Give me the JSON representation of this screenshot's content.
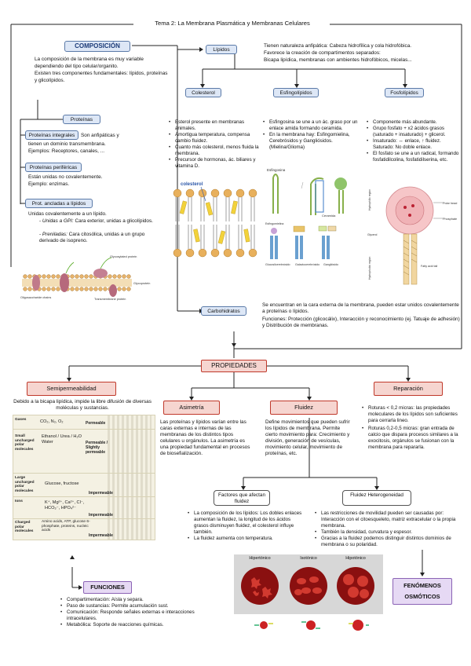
{
  "title": "Tema 2: La Membrana Plasmática y Membranas Celulares",
  "composicion": {
    "label": "COMPOSICIÓN",
    "text1": "La composición de la membrana es muy variable dependiendo del tipo celular/organito.",
    "text2": "Existen tres componentes fundamentales: lípidos, proteínas y glicolípidos."
  },
  "proteinas": {
    "label": "Proteínas",
    "integrales": {
      "label": "Proteínas integrales",
      "desc1": "Son anfipáticas y",
      "desc2": "tienen un dominio transmembrana.",
      "desc3": "Ejemplos: Receptores, canales, ..."
    },
    "perifericas": {
      "label": "Proteínas periféricas",
      "desc1": "Están unidas no covalentemente.",
      "desc2": "Ejemplo: enzimas."
    },
    "ancladas": {
      "label": "Prot. ancladas a lípidos",
      "desc": "Unidas covalentemente a un lípido.",
      "item1_title": "Unidas a GPI:",
      "item1_text": "Cara exterior, unidas a glicolípidos.",
      "item2_title": "Preniladas:",
      "item2_text": "Cara citosólica, unidas a un grupo derivado de isopreno."
    },
    "figure_labels": [
      "Glycosylated protein",
      "Glycoprotein",
      "Oligosaccharide chains",
      "Transmembrane protein"
    ]
  },
  "lipidos": {
    "label": "Lípidos",
    "text1": "Tienen naturaleza anfipática: Cabeza hidrofílica y cola hidrofóbica.",
    "text2": "Favorece la creación de compartimentos separados:",
    "text3": "Bicapa lipídica, membranas con ambientes hidrofóbicos, micelas...",
    "colesterol": {
      "label": "Colesterol",
      "items": [
        "Esterol presente en membranas animales.",
        "Amortigua temperatura, compensa cambio fluidez.",
        "Cuanto más colesterol, menos fluida la membrana.",
        "Precursor de hormonas, ác. biliares y vitamina D."
      ],
      "fig_label": "colesterol"
    },
    "esfingolipidos": {
      "label": "Esfingolípidos",
      "items": [
        "Esfingosina se une a un ác. graso por un enlace amida formando ceramida.",
        "En la membrana hay: Esfingomielina, Cerebrósidos y Gangliósidos. (Mielina/Glioma)"
      ],
      "fig_labels": [
        "Esfingosina",
        "Ceramida",
        "Esfingomielina",
        "Glucosilcerebrósido",
        "Galactocerebrósido",
        "Gangliósido"
      ]
    },
    "fosfolipidos": {
      "label": "Fosfolípidos",
      "items": [
        "Componente más abundante.",
        "Grupo fosfato + x2 ácidos grasos (saturado + insaturado) + glicerol.",
        "Insaturado: ↔ enlace, ↑ fluidez. Saturado: No doble enlace.",
        "El fosfato se une a un radical, formando fosfatidilcolina, fosfatidilserina, etc."
      ],
      "fig_labels": [
        "Polar head",
        "Phosphate",
        "Glycerol",
        "Hydrophilic region",
        "Fatty acid tail",
        "Hydrophobic region"
      ]
    }
  },
  "carbohidratos": {
    "label": "Carbohidratos",
    "text1": "Se encuentran en la cara externa de la membrana, pueden estar unidos covalentemente a proteínas o lípidos.",
    "text2": "Funciones: Protección (glicocálix), Interacción y reconocimiento (ej. Tatuaje de adhesión) y Distribución de membranas."
  },
  "propiedades": {
    "label": "PROPIEDADES"
  },
  "semipermeabilidad": {
    "label": "Semipermeabilidad",
    "text": "Debido a la bicapa lipídica, impide la libre difusión de diversas moléculas y sustancias.",
    "rows": [
      {
        "cat": "Gases",
        "mol": "CO₂, N₂, O₂",
        "perm": "Permeable"
      },
      {
        "cat": "Small uncharged polar molecules",
        "mol": "Ethanol / Urea / H₂O Water",
        "perm": "Permeable / Slightly permeable"
      },
      {
        "cat": "Large uncharged polar molecules",
        "mol": "Glucose, fructose",
        "perm": "Impermeable"
      },
      {
        "cat": "Ions",
        "mol": "K⁺, Mg²⁺, Ca²⁺, Cl⁻, HCO₃⁻, HPO₄²⁻",
        "perm": "Impermeable"
      },
      {
        "cat": "Charged polar molecules",
        "mol": "Amino acids, ATP, glucose 6-phosphate, proteins, nucleic acids",
        "perm": "Impermeable"
      }
    ]
  },
  "asimetria": {
    "label": "Asimetría",
    "text": "Las proteínas y lípidos varían entre las caras externas e internas de las membranas de los distintos tipos celulares u orgánulos. La asimetría es una propiedad fundamental en procesos de biosefialización."
  },
  "fluidez": {
    "label": "Fluidez",
    "text": "Define movimientos que pueden sufrir los lípidos de membrana. Permite cierto movimiento para: Crecimiento y división, generación de vesículas, movimiento celular, movimiento de proteínas, etc.",
    "factores": {
      "label": "Factores que afectan fluidez",
      "items": [
        "La composición de los lípidos: Los dobles enlaces aumentan la fluidez, la longitud de los ácidos grasos disminuyen fluidez, el colesterol influye también.",
        "La fluidez aumenta con temperatura."
      ]
    },
    "heterogeneidad": {
      "label": "Fluidez Heterogeneidad",
      "items": [
        "Las restricciones de movilidad pueden ser causadas por: Interacción con el citoesqueleto, matriz extracelular o la propia membrana.",
        "También la densidad, curvatura y espesor.",
        "Gracias a la fluidez podemos distinguir distintos dominios de membrana o su polaridad."
      ]
    }
  },
  "reparacion": {
    "label": "Reparación",
    "items": [
      "Roturas < 0,2 micras: las propiedades moleculares de los lípidos son suficientes para cerrarla lineo.",
      "Roturas 0,2-0,5 micras: gran entrada de calcio que dispara procesos similares a la exocitosis, orgánulos se fusionan con la membrana para repararla."
    ]
  },
  "funciones": {
    "label": "FUNCIONES",
    "items": [
      "Compartimentación: Aísla y separa.",
      "Paso de sustancias: Permite acumulación sust.",
      "Comunicación: Responde señales externas e interacciones intracelulares.",
      "Metabólica: Soporte de reacciones químicas."
    ]
  },
  "osmoticos": {
    "label": "FENÓMENOS OSMÓTICOS",
    "cells": [
      "Hipertónico",
      "Isotónico",
      "Hipotónico"
    ]
  }
}
